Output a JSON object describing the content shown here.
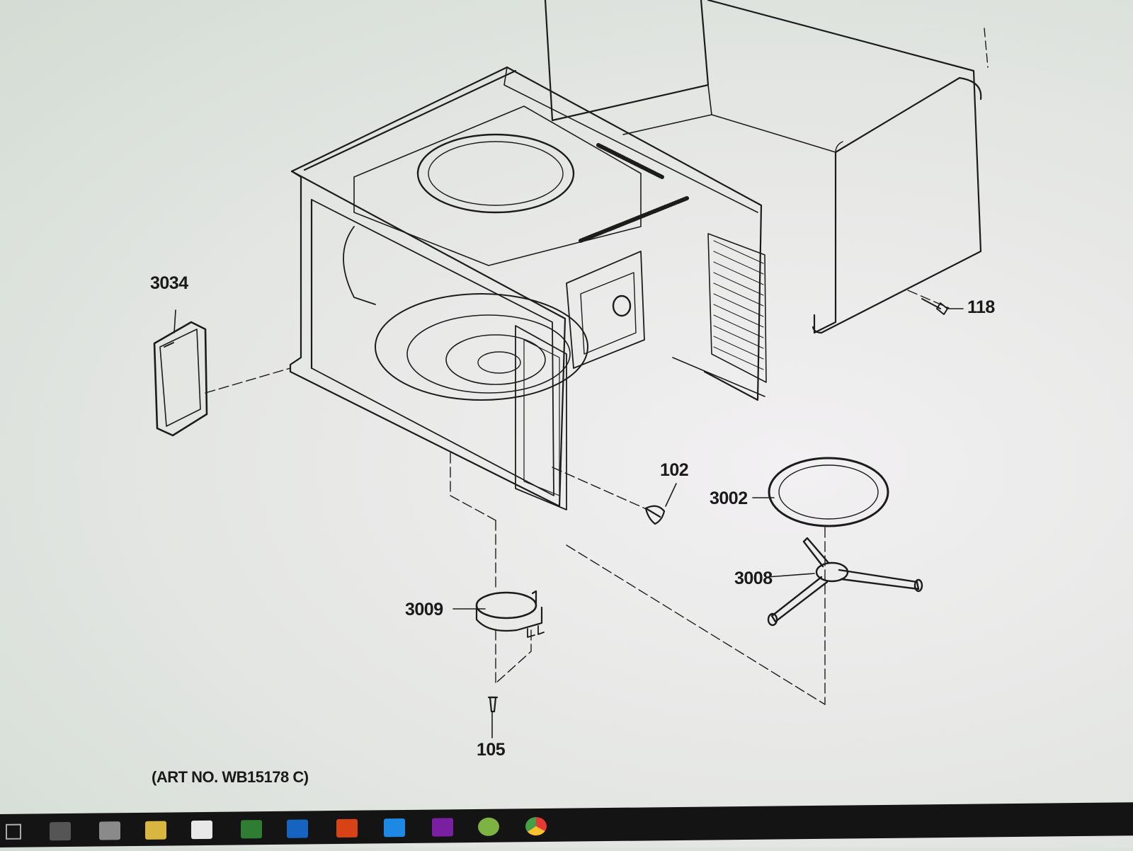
{
  "diagram": {
    "parts": [
      {
        "id": "3034"
      },
      {
        "id": "118"
      },
      {
        "id": "102"
      },
      {
        "id": "3002"
      },
      {
        "id": "3008"
      },
      {
        "id": "3009"
      },
      {
        "id": "105"
      }
    ],
    "art_number": "(ART NO. WB15178 C)"
  },
  "taskbar": {
    "icons": [
      "start-icon",
      "task-view-icon",
      "store-icon",
      "file-explorer-icon",
      "mail-icon",
      "excel-icon",
      "outlook-icon",
      "powerpoint-icon",
      "word-icon",
      "onenote-icon",
      "paint-icon",
      "chrome-icon"
    ]
  },
  "colors": {
    "line": "#1c1c1c",
    "taskbar": "#141414"
  }
}
